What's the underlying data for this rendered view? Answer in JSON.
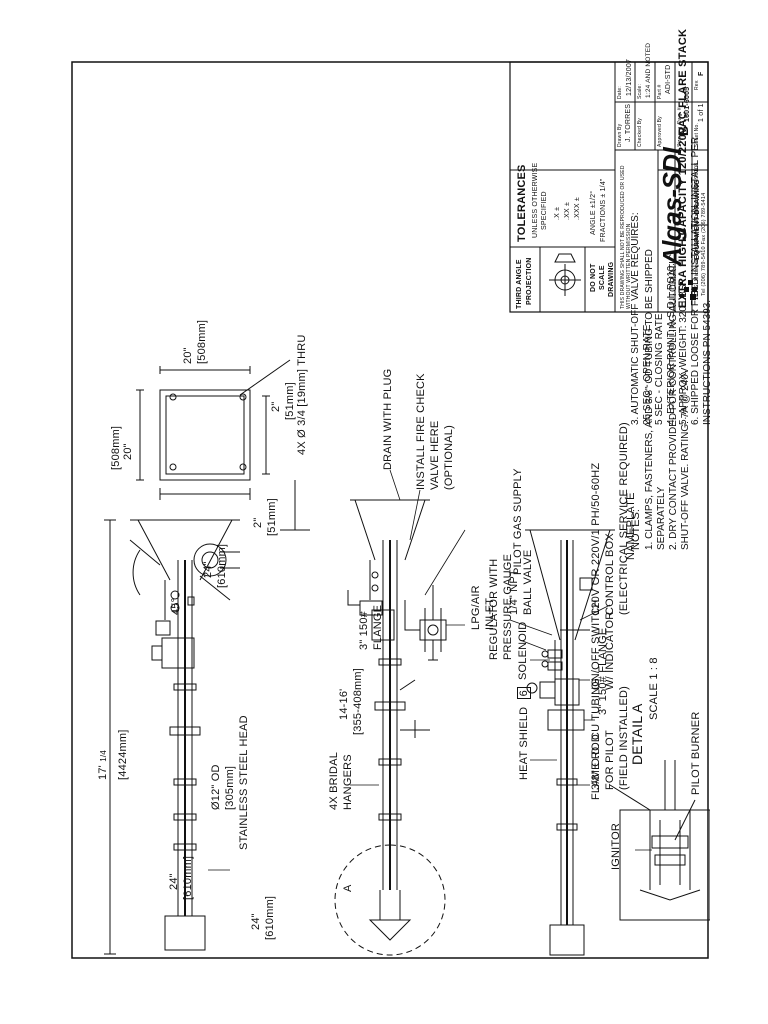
{
  "labels": {
    "od_diameter": "Ø12\"  OD",
    "od_mm": "[305mm]",
    "head": "STAINLESS STEEL HEAD",
    "hangers_1": "4X BRIDAL",
    "hangers_2": "HANGERS",
    "span_1": "14-16'",
    "span_2": "[355-408mm]",
    "flange150_1": "3\" 150#",
    "flange150_2": "FLANGE",
    "lpg_1": "LPG/AIR",
    "lpg_2": "INLET",
    "fire_check_1": "INSTALL FIRE CHECK",
    "fire_check_2": "VALVE HERE",
    "fire_check_3": "(OPTIONAL)",
    "drain": "DRAIN WITH PLUG",
    "heat_shield": "HEAT SHIELD",
    "heat_shield_note": "6",
    "regulator_1": "REGULATOR WITH",
    "regulator_2": "PRESSURE GAUGE",
    "solenoid": "SOLENOID",
    "ball_1": "1/4\" NPT",
    "ball_2": "BALL VALVE",
    "pilot_gas": "PILOT GAS SUPPLY",
    "tubing_1": "3/8\" O.D. CU TUBING",
    "tubing_2": "FOR PILOT",
    "tubing_3": "(FIELD INSTALLED)",
    "flange_3in": "3\" 150# FLANGE",
    "switch_1": "ON/OFF SWITCH",
    "switch_2": "W/ INDICATOR",
    "control_1": "120V OR 220V/1 PH/50-60HZ",
    "control_2": "CONTROL BOX",
    "control_3": "(ELECTRICAL SERVICE REQUIRED)",
    "nameplate": "NAMEPLATE",
    "ignitor": "IGNITOR",
    "flame_rod": "FLAME ROD",
    "pilot_burner": "PILOT BURNER",
    "detail_title": "DETAIL A",
    "detail_scale": "SCALE 1 : 8",
    "detail_marker": "A",
    "overall_1": "17'",
    "overall_frac": "1/4",
    "overall_2": "[4424mm]",
    "dim_45": "45°",
    "dim_24a_1": "24\"",
    "dim_24a_2": "[610mm]",
    "dim_24b_1": "24\"",
    "dim_24b_2": "[610mm]",
    "dim_24c_1": "24\"",
    "dim_24c_2": "[610mm]",
    "dim_2a_1": "2\"",
    "dim_2a_2": "[51mm]",
    "dim_2b_1": "2\"",
    "dim_2b_2": "[51mm]",
    "dim_20a_1": "20\"",
    "dim_20a_2": "[508mm]",
    "dim_20b_1": "20\"",
    "dim_20b_2": "[508mm]",
    "holes": "4X Ø 3/4 [19mm] THRU"
  },
  "notes": {
    "heading": "NOTES:",
    "items": [
      "1.   CLAMPS, FASTENERS, AND 3/8\" OD TUBING TO BE SHIPPED",
      "      SEPARATELY",
      "2.   DRY CONTACT PROVIDED FOR CONTROLLING AUTOMATIC",
      "      SHUT-OFF VALVE. RATING: 7A @ 240V",
      "3.   AUTOMATIC SHUT-OFF VALVE REQUIRES:",
      "      25 SEC - OPEN RATE",
      "      5 SEC - CLOSING RATE",
      "4.   EXTERIOR PAINT: A.S.D.I. PS10.",
      "5.   APPROX. WEIGHT: 320 LBS",
      "6.   SHIPPED LOOSE FOR FIELD INSTALLATION.  INSTALL PER",
      "      INSTRUCTIONS PN 54393."
    ]
  },
  "title_block": {
    "projection_1": "THIRD ANGLE",
    "projection_2": "PROJECTION",
    "do_not_1": "DO NOT",
    "do_not_2": "SCALE",
    "do_not_3": "DRAWING",
    "tolerances": "TOLERANCES",
    "unless_1": "UNLESS OTHERWISE",
    "unless_2": "SPECIFIED",
    "tol_x": ".X  ±",
    "tol_xx": ".XX ±",
    "tol_xxx": ".XXX ±",
    "angle": "ANGLE ±1/2°",
    "fraction": "FRACTIONS ± 1/4\"",
    "company": "Algas-SDI",
    "address": "151 S. Michigan St. Seattle, Washington USA 98108",
    "phone": "Tel (206) 789-5410 Fax (206) 789-5414",
    "drawn_by_label": "Drawn By",
    "drawn_by": "J. TORRES",
    "checked_label": "Checked By",
    "approved_label": "Approved By",
    "date_label": "Date:",
    "date": "12/13/2007",
    "scale_label": "Scale:",
    "scale": "1:24 AND NOTED",
    "part_label": "Part #",
    "part": "ADI-STD",
    "title_1": "EXTRA HIGH CAPACITY 120/220VAC FLARE STACK",
    "title_2": "EQUIPMENT DRAWING",
    "size_label": "Size",
    "size": "B",
    "dwg_label": "Dwg. #",
    "dwg": "1601-6005",
    "sheet_label": "Sheet No.",
    "sheet": "1 of 1",
    "rev_label": "Rev.",
    "rev": "F",
    "confidential": "THIS DRAWING SHALL NOT BE REPRODUCED OR USED WITHOUT WRITTEN PERMISSION"
  }
}
